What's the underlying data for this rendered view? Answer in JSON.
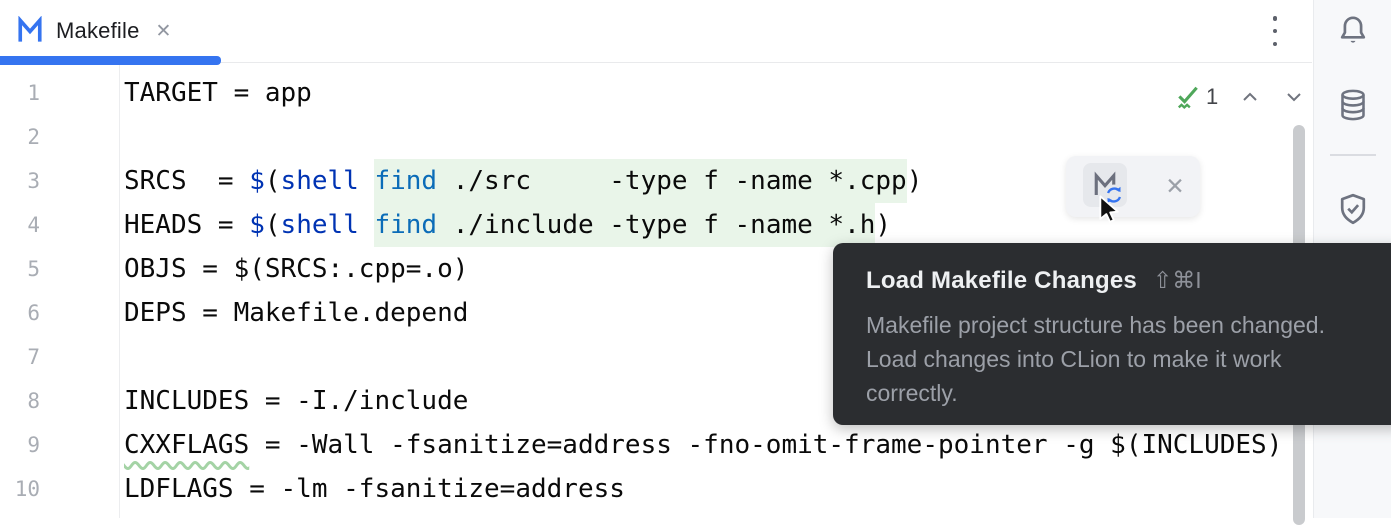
{
  "tab": {
    "title": "Makefile",
    "close_glyph": "✕"
  },
  "colors": {
    "accent_blue": "#3574f0",
    "keyword_blue": "#0033b3",
    "function_blue": "#0b6cb8",
    "shell_injection_highlight": "#e9f5e9",
    "wavy_underline_green": "#a4d3a5",
    "inspection_check_green": "#4fa75a",
    "tooltip_background": "#2b2d30"
  },
  "editor": {
    "lines": [
      {
        "num": "1",
        "tokens": [
          {
            "t": "TARGET = app"
          }
        ]
      },
      {
        "num": "2",
        "tokens": []
      },
      {
        "num": "3",
        "tokens": [
          {
            "t": "SRCS  = "
          },
          {
            "t": "$",
            "c": "kw"
          },
          {
            "t": "("
          },
          {
            "t": "shell ",
            "c": "kw"
          },
          {
            "t": "find",
            "c": "fn",
            "hl": true
          },
          {
            "t": " ./src     -type f -name *.cpp",
            "hl": true
          },
          {
            "t": ")"
          }
        ]
      },
      {
        "num": "4",
        "tokens": [
          {
            "t": "HEADS = "
          },
          {
            "t": "$",
            "c": "kw"
          },
          {
            "t": "("
          },
          {
            "t": "shell ",
            "c": "kw"
          },
          {
            "t": "find",
            "c": "fn",
            "hl": true
          },
          {
            "t": " ./include -type f -name *.h",
            "hl": true
          },
          {
            "t": ")"
          }
        ]
      },
      {
        "num": "5",
        "tokens": [
          {
            "t": "OBJS = $(SRCS:.cpp=.o)"
          }
        ]
      },
      {
        "num": "6",
        "tokens": [
          {
            "t": "DEPS = Makefile.depend"
          }
        ]
      },
      {
        "num": "7",
        "tokens": []
      },
      {
        "num": "8",
        "tokens": [
          {
            "t": "INCLUDES = -I./include"
          }
        ]
      },
      {
        "num": "9",
        "tokens": [
          {
            "t": "CXXFLAGS",
            "wavy": true
          },
          {
            "t": " = -Wall -fsanitize=address -fno-omit-frame-pointer -g $(INCLUDES)"
          }
        ]
      },
      {
        "num": "10",
        "tokens": [
          {
            "t": "LDFLAGS = -lm -fsanitize=address"
          }
        ]
      }
    ]
  },
  "inspections": {
    "count": "1"
  },
  "load_widget": {
    "close_glyph": "✕",
    "reload_icon": "makefile-reload-icon"
  },
  "tooltip": {
    "title": "Load Makefile Changes",
    "shortcut": "⇧⌘I",
    "body": "Makefile project structure has been changed. Load changes into CLion to make it work correctly."
  },
  "sidebar": {
    "icons": [
      {
        "name": "notifications-bell"
      },
      {
        "name": "database"
      },
      {
        "name": "shield-check"
      }
    ]
  }
}
